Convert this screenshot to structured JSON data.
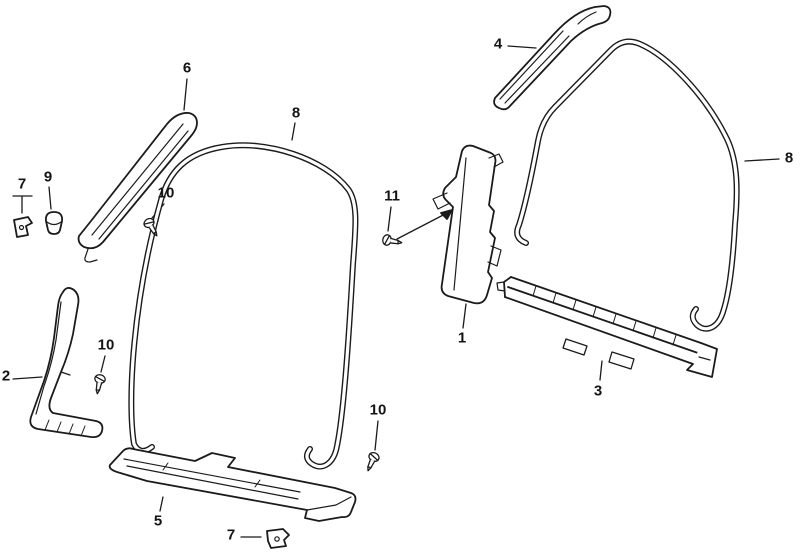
{
  "diagram": {
    "colors": {
      "background": "#ffffff",
      "line": "#1b1b1b"
    }
  },
  "callouts": [
    {
      "label": "6"
    },
    {
      "label": "7"
    },
    {
      "label": "9"
    },
    {
      "label": "10"
    },
    {
      "label": "8"
    },
    {
      "label": "2"
    },
    {
      "label": "10"
    },
    {
      "label": "5"
    },
    {
      "label": "7"
    },
    {
      "label": "10"
    },
    {
      "label": "11"
    },
    {
      "label": "4"
    },
    {
      "label": "1"
    },
    {
      "label": "3"
    },
    {
      "label": "8"
    }
  ]
}
